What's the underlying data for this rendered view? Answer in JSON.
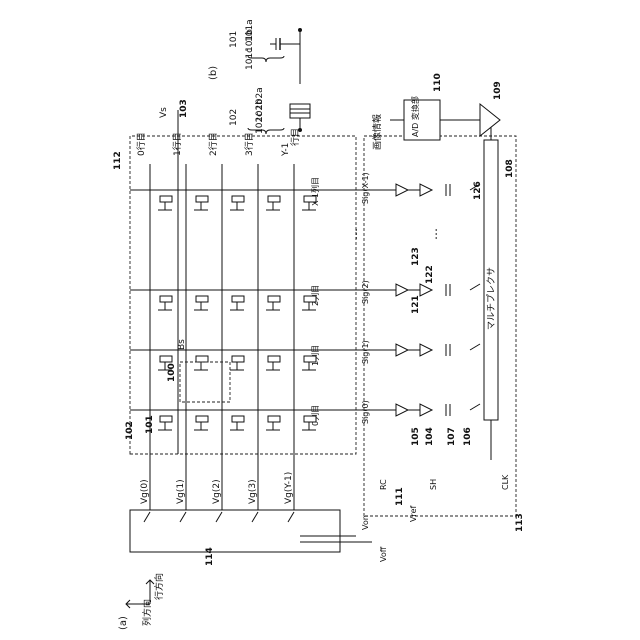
{
  "figure_labels": {
    "a": "(a)",
    "b": "(b)"
  },
  "directions": {
    "row": "行方向",
    "col": "列方向"
  },
  "refs": {
    "r100": "100",
    "r101": "101",
    "r102": "102",
    "r103": "103",
    "r104": "104",
    "r105": "105",
    "r106": "106",
    "r107": "107",
    "r108": "108",
    "r109": "109",
    "r110": "110",
    "r111": "111",
    "r112": "112",
    "r113": "113",
    "r114": "114",
    "r121": "121",
    "r122": "122",
    "r123": "123",
    "r126": "126",
    "r101a": "101a",
    "r101b": "101b",
    "r101c": "101c",
    "r102a": "102a",
    "r102b": "102b",
    "r102c": "102c",
    "bs": "Bs"
  },
  "row_lines": [
    "Vg(0)",
    "Vg(1)",
    "Vg(2)",
    "Vg(3)",
    "Vg(Y-1)"
  ],
  "row_names": [
    "0行目",
    "1行目",
    "2行目",
    "3行目",
    "Y-1\n行目"
  ],
  "col_names": [
    "0列目",
    "1列目",
    "2列目",
    "X-1列目"
  ],
  "sig_lines": [
    "Sig(0)",
    "Sig(1)",
    "Sig(2)",
    "Sig(X-1)"
  ],
  "supplies": {
    "vs": "Vs",
    "von": "Von",
    "voff": "Voff",
    "vref": "Vref"
  },
  "controls": {
    "rc": "RC",
    "sh": "SH",
    "clk": "CLK"
  },
  "blocks": {
    "multiplexer": "マルチプレクサ",
    "adc": "A/D\n変換部",
    "image_info": "画像情報"
  }
}
